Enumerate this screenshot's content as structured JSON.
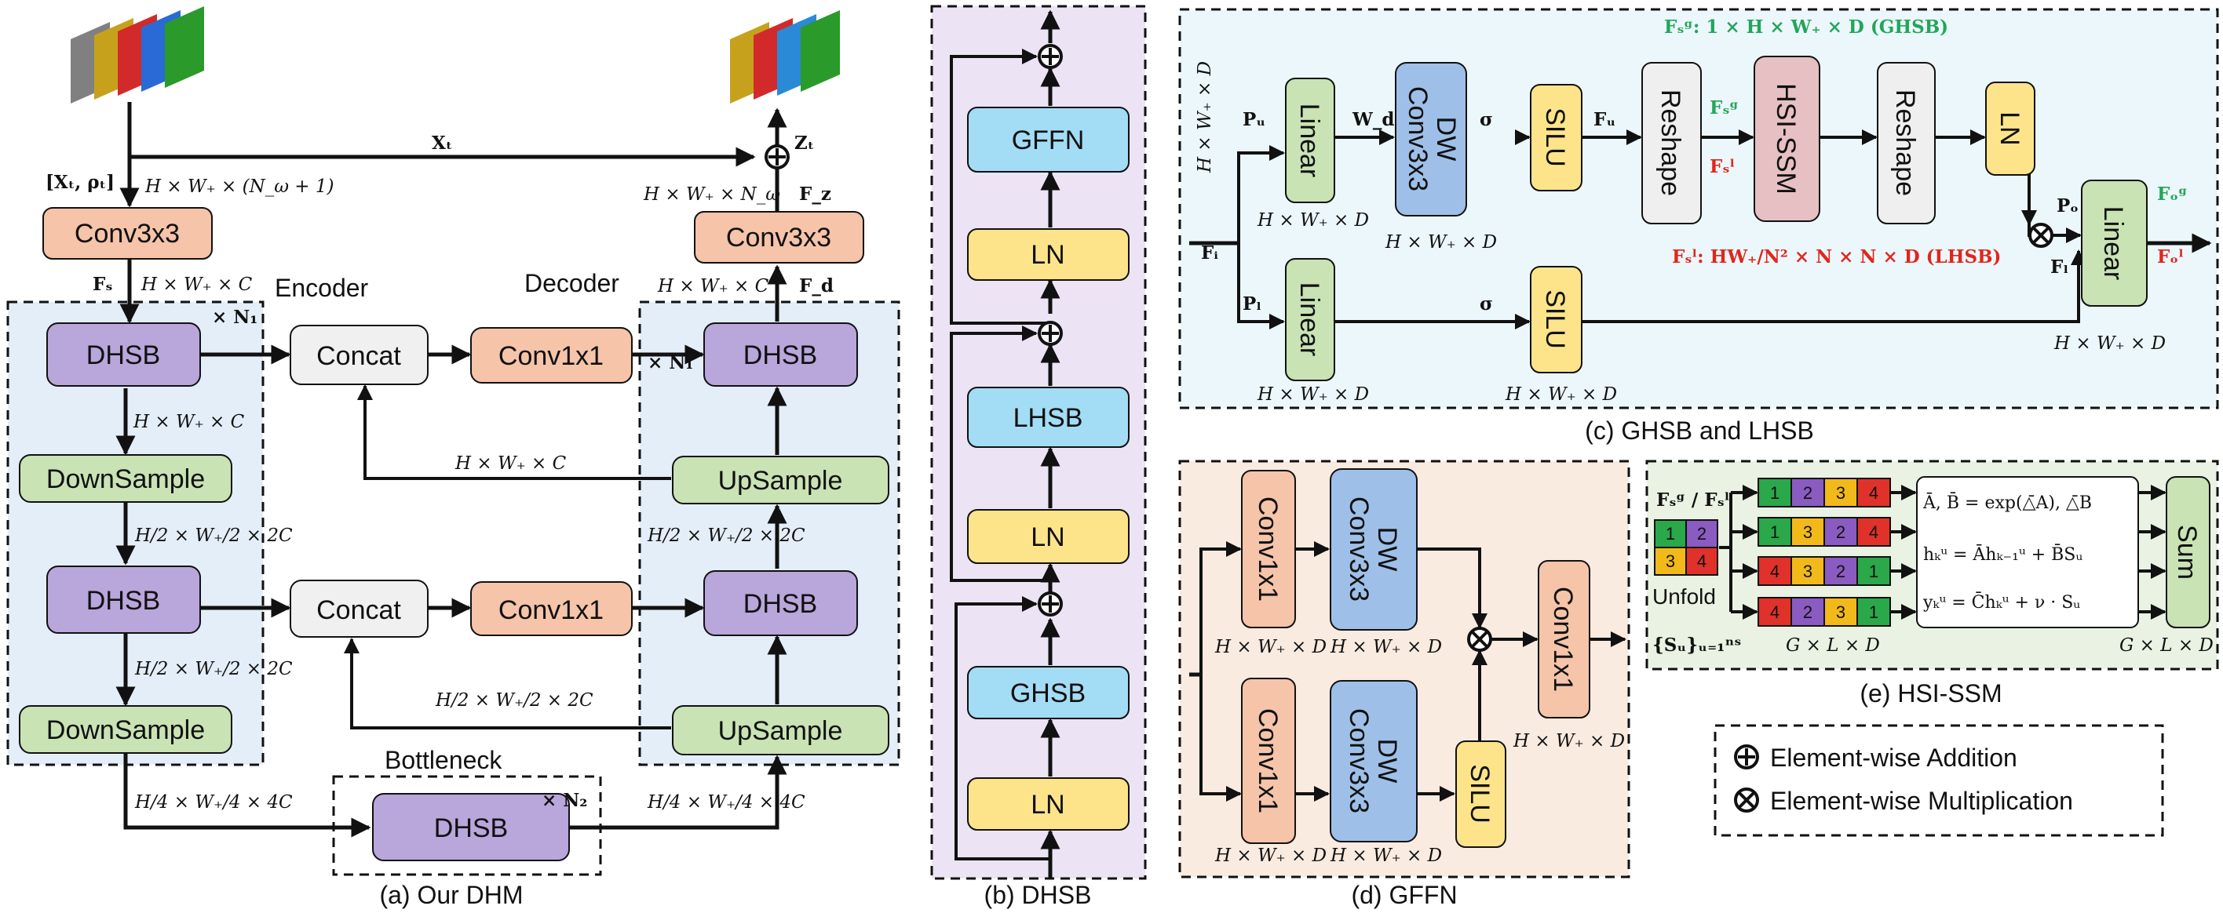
{
  "captions": {
    "dhm": "(a) Our DHM",
    "dhsb": "(b) DHSB",
    "ghsb_lhsb": "(c) GHSB and LHSB",
    "gffn": "(d) GFFN",
    "hsi_ssm": "(e) HSI-SSM"
  },
  "dhm": {
    "input_conv": "Conv3x3",
    "output_conv": "Conv3x3",
    "encoder_label": "Encoder",
    "decoder_label": "Decoder",
    "bottleneck_label": "Bottleneck",
    "dhsb": "DHSB",
    "concat": "Concat",
    "conv1x1": "Conv1x1",
    "downsample": "DownSample",
    "upsample": "UpSample",
    "n1": "× N₁",
    "n2": "× N₂",
    "xt": "Xₜ",
    "zt": "Zₜ",
    "xt_rho": "[Xₜ, ρₜ]",
    "in_dim": "H × W₊ × (N_ω + 1)",
    "out_dim": "H × W₊ × N_ω",
    "fs": "Fₛ",
    "fz": "F_z",
    "fd": "F_d",
    "dim_c": "H × W₊ × C",
    "dim_half_2c": "H/2 × W₊/2 × 2C",
    "dim_quarter_4c": "H/4 × W₊/4 × 4C"
  },
  "dhsb_stack": [
    "LN",
    "GHSB",
    "LN",
    "LHSB",
    "LN",
    "GFFN"
  ],
  "ghsb": {
    "linear": "Linear",
    "dwconv": [
      "DW",
      "Conv3x3"
    ],
    "silu": "SILU",
    "reshape": "Reshape",
    "hsi_ssm": "HSI-SSM",
    "ln": "LN",
    "fg_label": "Fₛᵍ: 1 × H × W₊ × D (GHSB)",
    "fl_label": "Fₛˡ: HW₊/N² × N × N × D (LHSB)",
    "dim_d": "H × W₊ × D",
    "pu": "Pᵤ",
    "wd": "W_d",
    "sigma": "σ",
    "fu": "Fᵤ",
    "fsg": "Fₛᵍ",
    "fsl": "Fₛˡ",
    "fi": "Fᵢ",
    "pl": "Pₗ",
    "fl": "Fₗ",
    "po": "Pₒ",
    "fog": "Fₒᵍ",
    "fol": "Fₒˡ"
  },
  "gffn": {
    "conv1x1": "Conv1x1",
    "dwconv": [
      "DW",
      "Conv3x3"
    ],
    "silu": "SILU",
    "dim_d": "H × W₊ × D"
  },
  "hsi_ssm": {
    "input_label": "Fₛᵍ / Fₛˡ",
    "unfold": "Unfold",
    "unfold_grid": [
      "1",
      "2",
      "3",
      "4"
    ],
    "rows": [
      [
        "1",
        "2",
        "3",
        "4"
      ],
      [
        "1",
        "3",
        "2",
        "4"
      ],
      [
        "4",
        "3",
        "2",
        "1"
      ],
      [
        "4",
        "2",
        "3",
        "1"
      ]
    ],
    "eq1": "Ā, B̄ = exp(△̄A), △̄B",
    "eq2": "hₖᵘ = Āhₖ₋₁ᵘ + B̄Sᵤ",
    "eq3": "yₖᵘ = C̄hₖᵘ + ν · Sᵤ",
    "sum": "Sum",
    "su_label": "{Sᵤ}ᵤ₌₁ⁿˢ",
    "dim_gld": "G × L × D"
  },
  "legend": {
    "add": "Element-wise Addition",
    "mul": "Element-wise Multiplication"
  },
  "colors": {
    "purple": "#b9a6db",
    "orange": "#f5c4a9",
    "green": "#c9e3b4",
    "blue": "#9ec0e8",
    "cyan": "#a3dcf5",
    "yellow": "#fde48a",
    "gray": "#efefef",
    "pink": "#e7c0c3",
    "label_green": "#23a55a",
    "label_red": "#e0261c"
  }
}
